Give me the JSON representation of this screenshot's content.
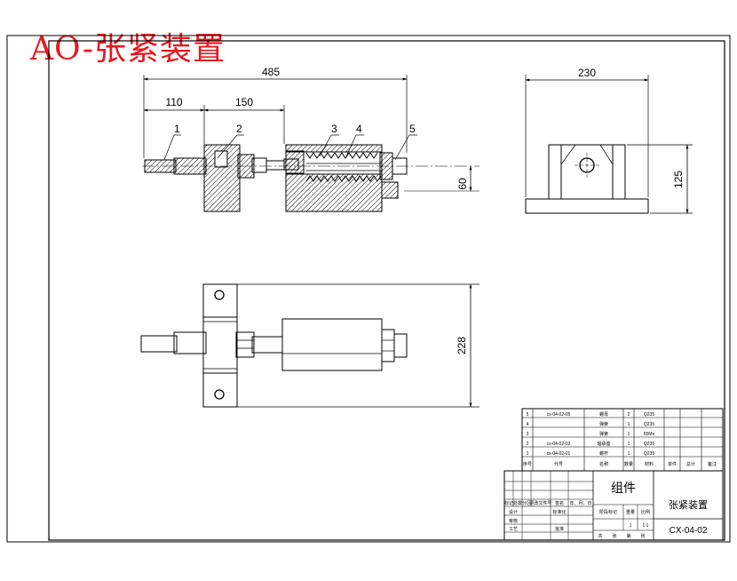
{
  "title": "AO-张紧装置",
  "dimensions": {
    "overall_length": "485",
    "first_segment": "110",
    "second_segment": "150",
    "width": "230",
    "height": "125",
    "offset": "60",
    "top_view_span": "228"
  },
  "part_callouts": [
    "1",
    "2",
    "3",
    "4",
    "5"
  ],
  "bom": {
    "rows": [
      {
        "no": "5",
        "code": "cx-04-02-05",
        "name": "螺母",
        "qty": "2",
        "material": "Q235"
      },
      {
        "no": "4",
        "code": "",
        "name": "弹簧",
        "qty": "1",
        "material": "Q235"
      },
      {
        "no": "3",
        "code": "",
        "name": "弹簧",
        "qty": "1",
        "material": "65Mn"
      },
      {
        "no": "2",
        "code": "cx-04-02-02",
        "name": "轴承座",
        "qty": "1",
        "material": "Q235"
      },
      {
        "no": "1",
        "code": "cx-04-02-01",
        "name": "螺杆",
        "qty": "1",
        "material": "Q235"
      }
    ],
    "header": [
      "序号",
      "代号",
      "名称",
      "数量",
      "材料",
      "单件",
      "总计",
      "备注"
    ]
  },
  "title_block": {
    "category": "组件",
    "drawing_name": "张紧装置",
    "drawing_number": "CX-04-02",
    "scale_value": "1:1",
    "qty_value": "1",
    "labels": [
      "标记",
      "处数",
      "分区",
      "更改文件号",
      "签名",
      "年、月、日",
      "设计",
      "标准化",
      "审核",
      "工艺",
      "批准",
      "阶段标记",
      "重量",
      "比例",
      "共",
      "张",
      "第",
      "张"
    ]
  },
  "colors": {
    "title_red": "#e8171d",
    "line": "#000000",
    "dim_blue": "#0000ff",
    "dim_text": "#000000"
  }
}
